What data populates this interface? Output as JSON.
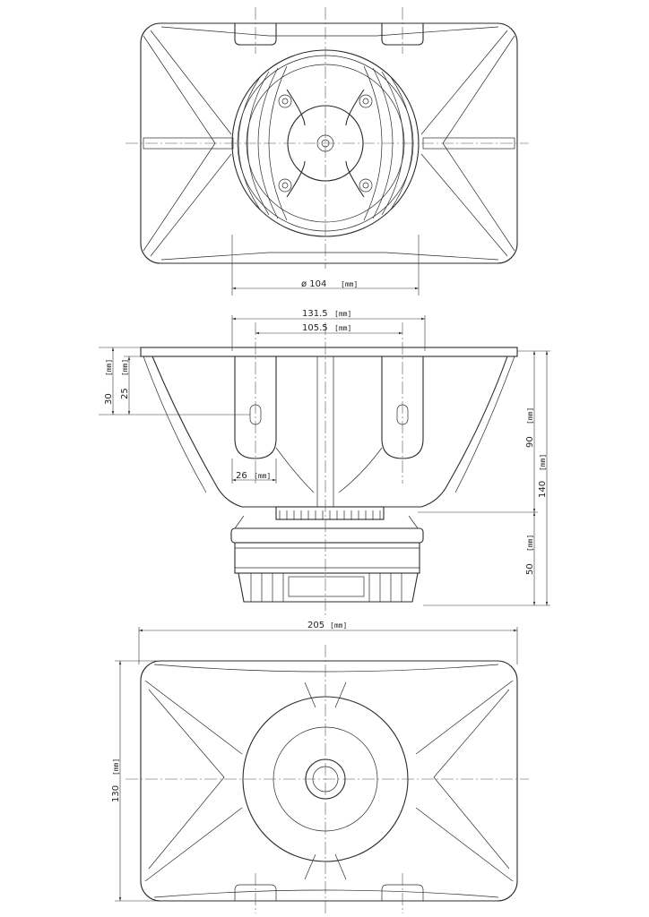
{
  "top_view": {
    "diameter_value": "ø 104",
    "diameter_unit": "[mm]"
  },
  "side_view": {
    "width_outer_value": "131.5",
    "width_outer_unit": "[mm]",
    "width_inner_value": "105.5",
    "width_inner_unit": "[mm]",
    "slot_width_value": "26",
    "slot_width_unit": "[mm]",
    "depth_30_value": "30",
    "depth_30_unit": "[mm]",
    "depth_25_value": "25",
    "depth_25_unit": "[mm]",
    "horn_height_value": "90",
    "horn_height_unit": "[mm]",
    "total_height_value": "140",
    "total_height_unit": "[mm]",
    "driver_height_value": "50",
    "driver_height_unit": "[mm]"
  },
  "front_view": {
    "width_value": "205",
    "width_unit": "[mm]",
    "height_value": "130",
    "height_unit": "[mm]"
  }
}
